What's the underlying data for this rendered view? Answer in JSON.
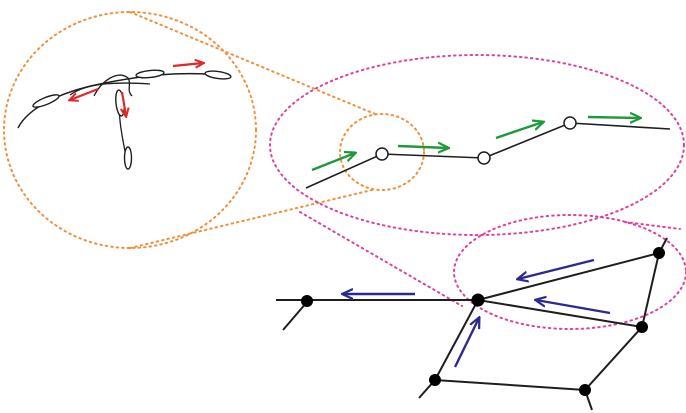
{
  "diagram": {
    "description_labels": [],
    "colors": {
      "line": "#1e1e1e",
      "node_fill": "#000000",
      "open_node_fill": "#ffffff",
      "orange_dotted": "#f0903c",
      "magenta_dotted": "#e0409a",
      "red_arrow": "#e0282a",
      "green_arrow": "#1f9a3a",
      "blue_arrow": "#2c2a8e"
    },
    "icons": {
      "filled_node": "filled-circle-node",
      "open_node": "open-circle-node",
      "spindle": "elongated-cell-body"
    }
  }
}
